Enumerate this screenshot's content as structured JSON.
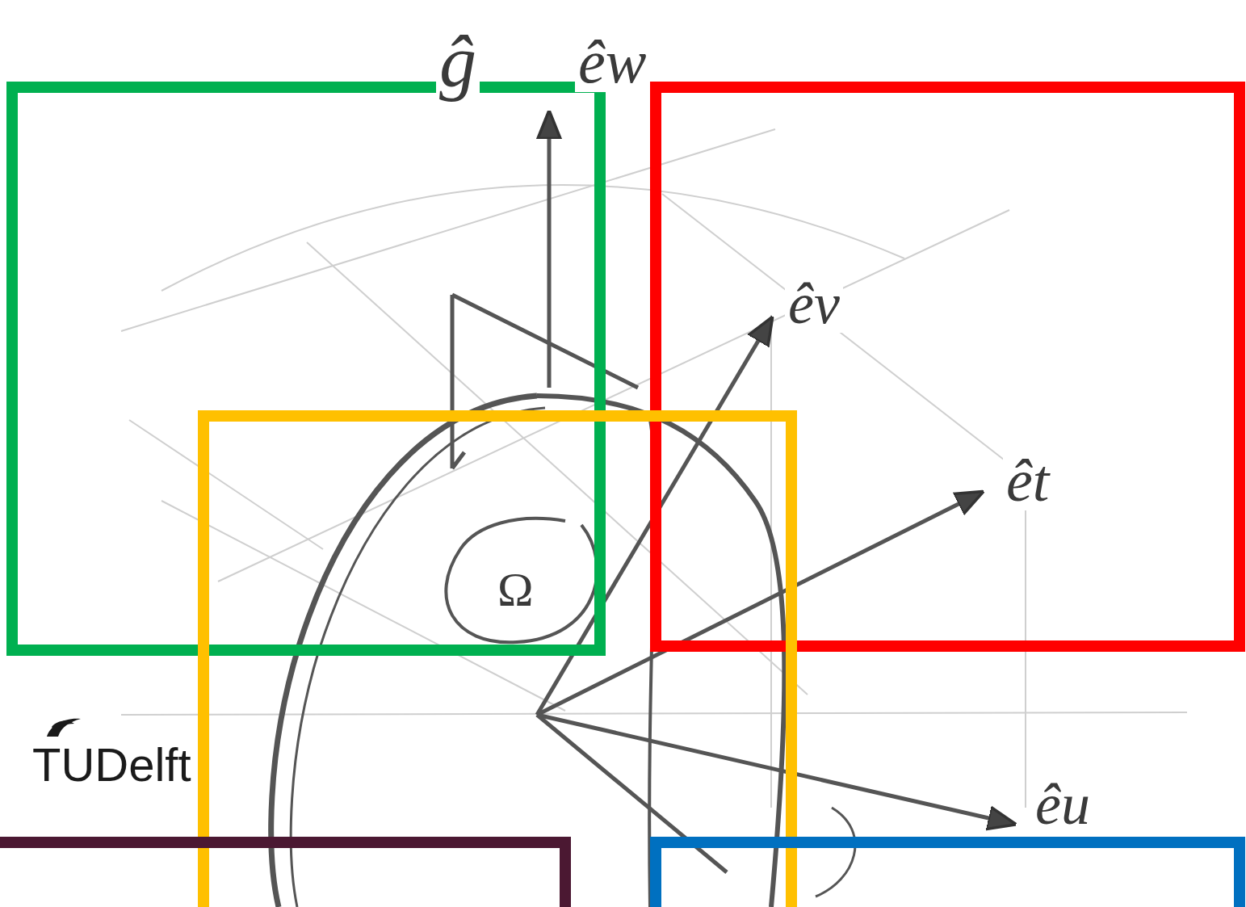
{
  "diagram": {
    "labels": [
      "ĝ",
      "êw",
      "êv",
      "êt",
      "êu",
      "Ω",
      "TUDelft"
    ]
  }
}
